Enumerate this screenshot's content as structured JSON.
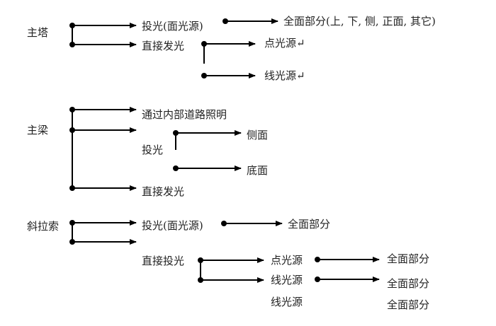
{
  "sections": [
    {
      "label": "主塔",
      "branches": [
        {
          "label": "投光(面光源)",
          "target": "全面部分(上, 下, 侧, 正面, 其它)"
        },
        {
          "label": "直接发光",
          "children": [
            "点光源↵",
            "线光源↵"
          ]
        }
      ]
    },
    {
      "label": "主梁",
      "branches": [
        {
          "label": "通过内部道路照明"
        },
        {
          "label": "投光",
          "children": [
            "侧面",
            "底面"
          ]
        },
        {
          "label": "直接发光"
        }
      ]
    },
    {
      "label": "斜拉索",
      "branches": [
        {
          "label": "投光(面光源)",
          "target": "全面部分"
        },
        {
          "label": "直接投光",
          "children": [
            {
              "label": "点光源",
              "target": "全面部分"
            },
            {
              "label": "线光源",
              "target": "全面部分"
            },
            {
              "label": "线光源",
              "target": "全面部分"
            }
          ]
        }
      ]
    }
  ]
}
